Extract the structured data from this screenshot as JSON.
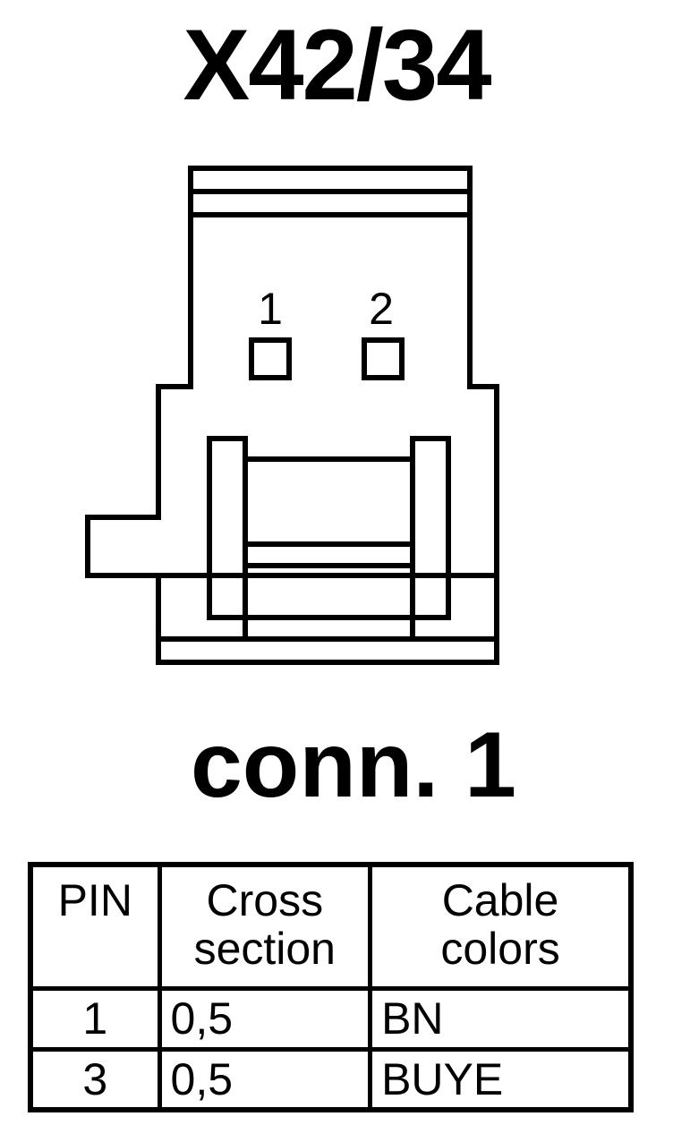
{
  "title": "X42/34",
  "connector": {
    "pin_labels": [
      "1",
      "2"
    ],
    "caption": "conn. 1"
  },
  "table": {
    "headers": {
      "pin": "PIN",
      "cross_line1": "Cross",
      "cross_line2": "section",
      "colors_line1": "Cable",
      "colors_line2": "colors"
    },
    "rows": [
      {
        "pin": "1",
        "cross_section": "0,5",
        "color": "BN"
      },
      {
        "pin": "3",
        "cross_section": "0,5",
        "color": "BUYE"
      }
    ]
  }
}
